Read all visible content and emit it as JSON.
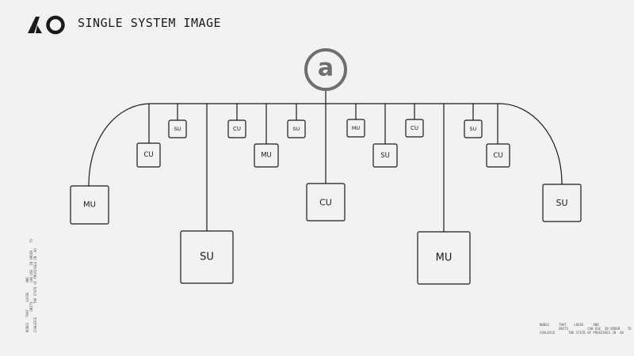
{
  "header": {
    "title": "SINGLE SYSTEM IMAGE"
  },
  "hub": {
    "label": "a"
  },
  "nodes": [
    {
      "label": "MU"
    },
    {
      "label": "CU"
    },
    {
      "label": "SU"
    },
    {
      "label": "SU"
    },
    {
      "label": "CU"
    },
    {
      "label": "MU"
    },
    {
      "label": "SU"
    },
    {
      "label": "CU"
    },
    {
      "label": "MU"
    },
    {
      "label": "SU"
    },
    {
      "label": "CU"
    },
    {
      "label": "MU"
    },
    {
      "label": "SU"
    },
    {
      "label": "CU"
    },
    {
      "label": "SU"
    }
  ],
  "footnotes": {
    "right": "NODES     THAT    LOOSE     AND\n          UNITS          CAN USE  IN ORDER    TO\nCOALESCE       THE STATE OF PROCESSES IN  AO",
    "left": "NODES   THAT    LOOSE     AND\n           UNITS          CAN USE  IN ORDER    TO\nCOALESCE       THE STATE OF PROCESSES IN  AO"
  },
  "colors": {
    "background": "#f2f2f2",
    "stroke": "#1a1a1a",
    "hub": "#6e6e6e"
  }
}
